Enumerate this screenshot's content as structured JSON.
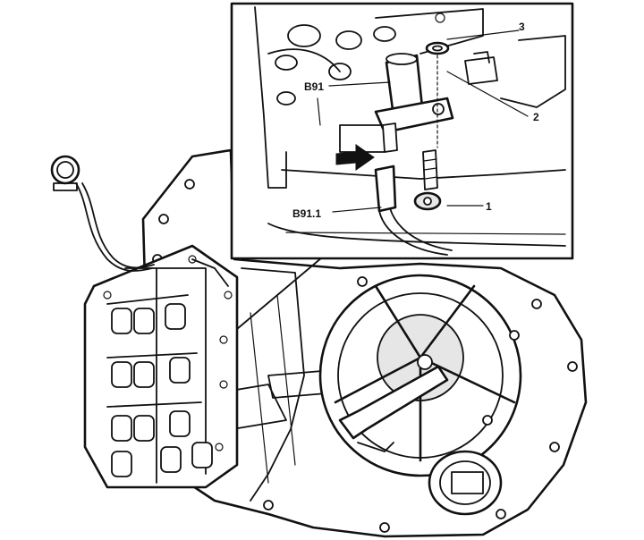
{
  "callouts": {
    "b91": "B91",
    "b911": "B91.1",
    "n1": "1",
    "n2": "2",
    "n3": "3"
  },
  "colors": {
    "ink": "#111111",
    "paper": "#ffffff",
    "shade": "#e6e6e6"
  }
}
